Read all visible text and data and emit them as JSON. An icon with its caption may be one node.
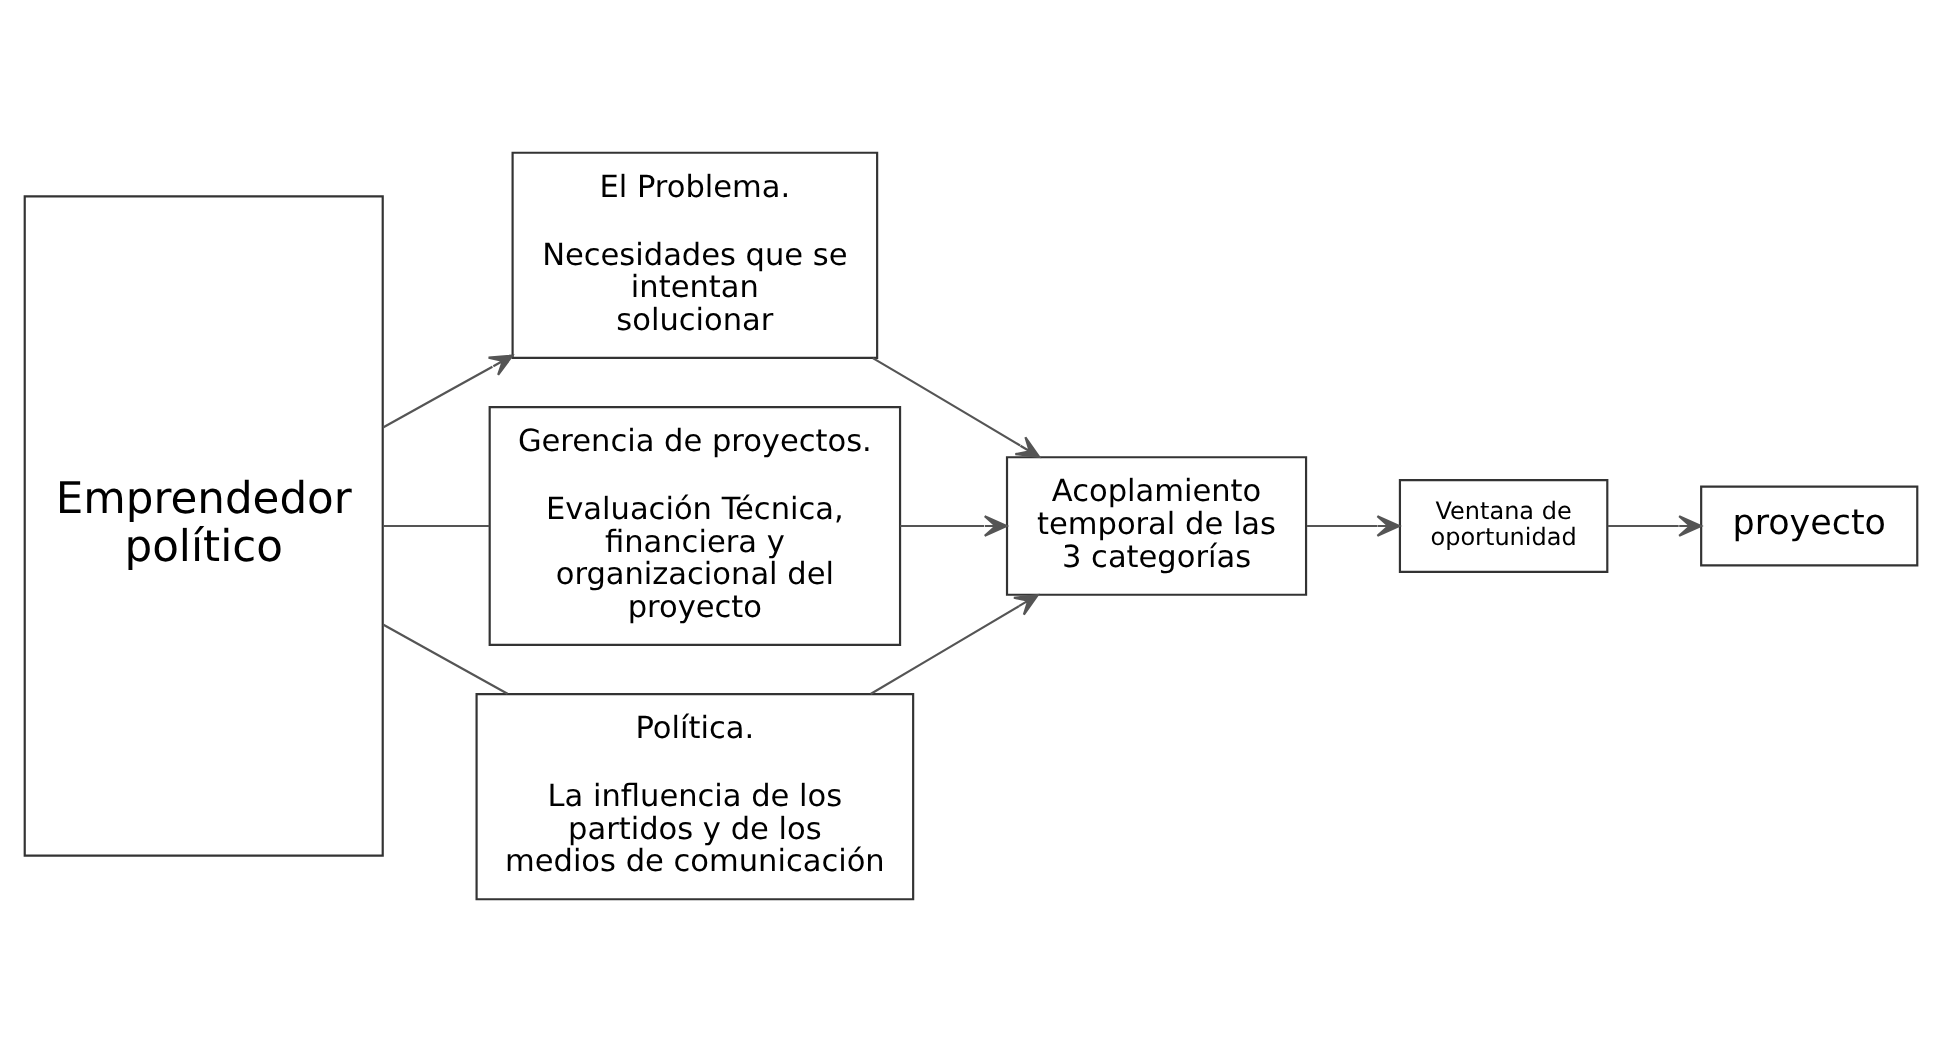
{
  "diagram": {
    "nodes": [
      {
        "text": [
          "Emprendedor político"
        ]
      },
      {
        "text": [
          "El Problema.",
          "Necesidades que se intentan solucionar"
        ]
      },
      {
        "text": [
          "Gerencia de proyectos.",
          "Evaluación Técnica, financiera y organizacional del proyecto"
        ]
      },
      {
        "text": [
          "Política.",
          "La influencia de los partidos y de los medios de comunicación"
        ]
      },
      {
        "text": [
          "Acoplamiento temporal de las 3 categorías"
        ]
      },
      {
        "text": [
          "Ventana de oportunidad"
        ]
      },
      {
        "text": [
          "proyecto"
        ]
      }
    ],
    "edges": [
      {
        "from": 0,
        "to": 1,
        "arrow": "to"
      },
      {
        "from": 0,
        "to": 2,
        "arrow": "none"
      },
      {
        "from": 0,
        "to": 3,
        "arrow": "none"
      },
      {
        "from": 1,
        "to": 4,
        "arrow": "to"
      },
      {
        "from": 2,
        "to": 4,
        "arrow": "to"
      },
      {
        "from": 3,
        "to": 4,
        "arrow": "to"
      },
      {
        "from": 4,
        "to": 5,
        "arrow": "to"
      },
      {
        "from": 5,
        "to": 6,
        "arrow": "to"
      }
    ]
  }
}
